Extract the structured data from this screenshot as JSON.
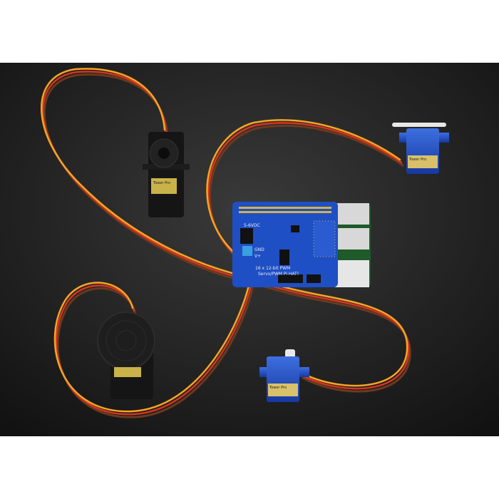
{
  "photo": {
    "subject": "servo-pwm-hat-with-servos",
    "background_color": "#1c1c1c",
    "frame_color": "#ffffff",
    "board_color": "#1f4fc4",
    "wire_colors": [
      "#f5a623",
      "#d9341f",
      "#6b3a1e"
    ],
    "board_silkscreen": {
      "title": "16 x 12-bit PWM",
      "subtitle": "Servo/PWM Pi HAT!",
      "power": "5-6VDC",
      "gnd": "GND",
      "vplus": "V+"
    },
    "servo_brand": "Tower Pro"
  }
}
